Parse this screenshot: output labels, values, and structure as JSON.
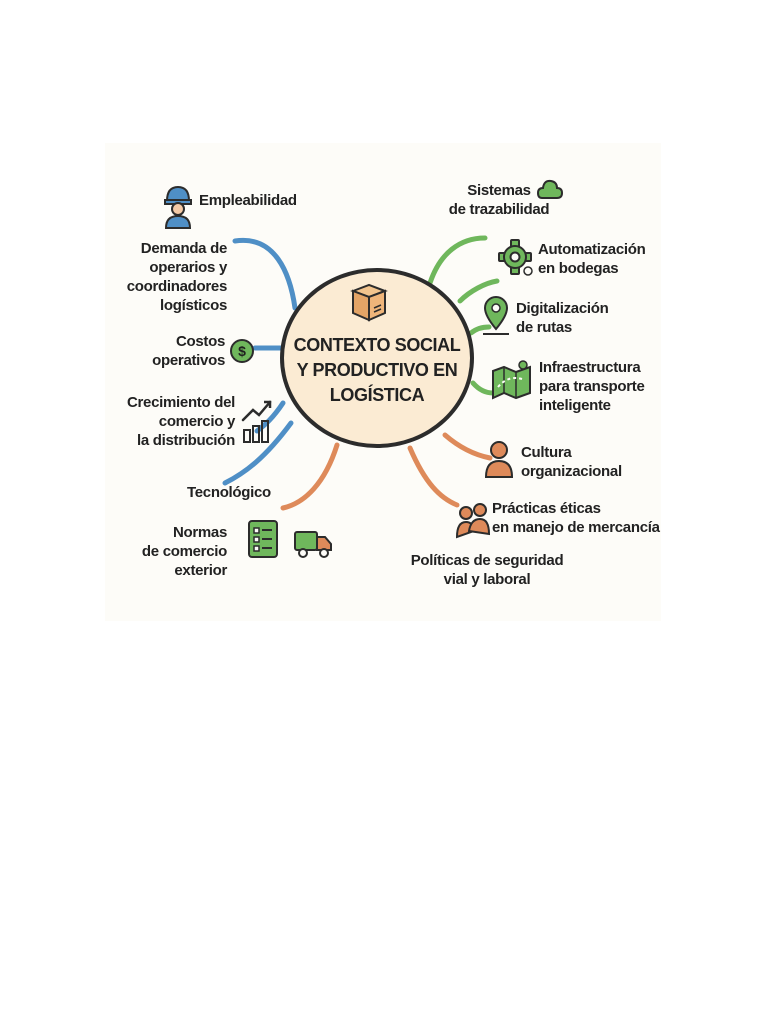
{
  "colors": {
    "blue": "#4f8fc6",
    "green": "#6fb75c",
    "orange": "#de8a5a",
    "circle_fill": "#fbebd3",
    "ink": "#2c2c2c"
  },
  "center": {
    "title_lines": [
      "CONTEXTO SOCIAL",
      "Y PRODUCTIVO EN",
      "LOGÍSTICA"
    ],
    "icon": "box-icon"
  },
  "left_topics": [
    {
      "lines": [
        "Empleabilidad"
      ],
      "icon": "worker-helmet-icon"
    },
    {
      "lines": [
        "Demanda de",
        "operarios y",
        "coordinadores",
        "logísticos"
      ]
    },
    {
      "lines": [
        "Costos",
        "operativos"
      ],
      "icon": "dollar-coin-icon"
    },
    {
      "lines": [
        "Crecimiento del",
        "comercio y",
        "la distribución"
      ],
      "icon": "growth-chart-icon"
    },
    {
      "lines": [
        "Tecnológico"
      ]
    },
    {
      "lines": [
        "Normas",
        "de comercio",
        "exterior"
      ],
      "icon": "checklist-icon"
    }
  ],
  "right_topics": [
    {
      "lines": [
        "Sistemas",
        "de trazabilidad"
      ],
      "icon": "cloud-icon"
    },
    {
      "lines": [
        "Automatización",
        "en bodegas"
      ],
      "icon": "gear-icon"
    },
    {
      "lines": [
        "Digitalización",
        "de rutas"
      ],
      "icon": "map-pin-icon"
    },
    {
      "lines": [
        "Infraestructura",
        "para transporte",
        "inteligente"
      ],
      "icon": "map-icon"
    },
    {
      "lines": [
        "Cultura",
        "organizacional"
      ],
      "icon": "person-icon"
    },
    {
      "lines": [
        "Prácticas éticas",
        "en manejo de mercancía"
      ],
      "icon": "handshake-icon"
    },
    {
      "lines": [
        "Políticas de seguridad",
        "vial y laboral"
      ]
    }
  ],
  "extra_icons": [
    "delivery-truck-icon"
  ]
}
